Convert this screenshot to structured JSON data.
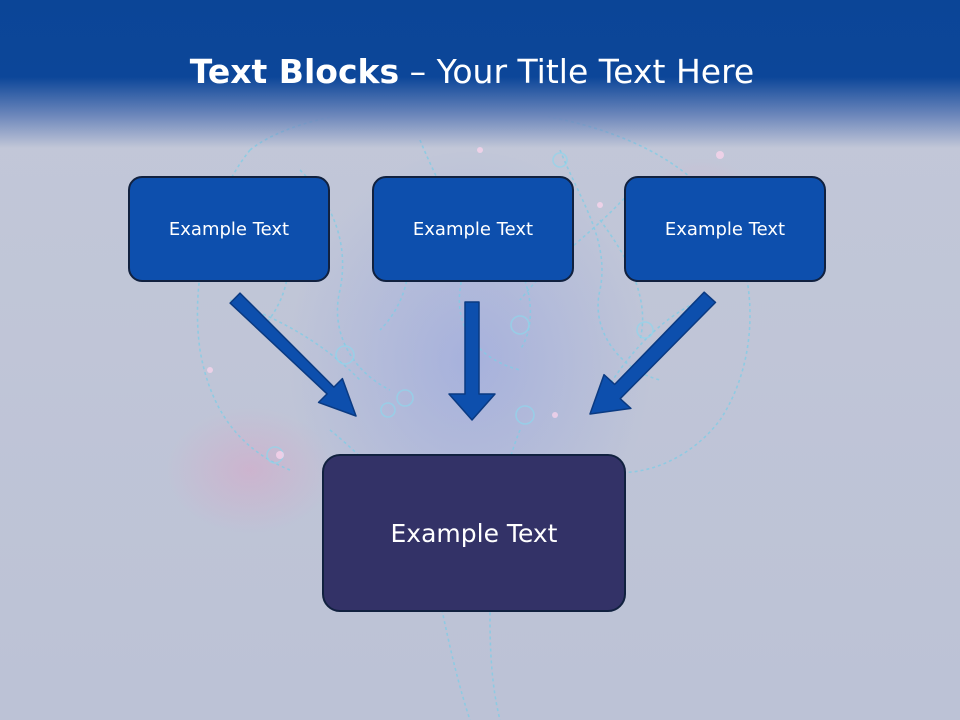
{
  "header": {
    "title_bold": "Text Blocks",
    "title_rest": "– Your Title Text Here"
  },
  "blocks": [
    {
      "label": "Example Text"
    },
    {
      "label": "Example Text"
    },
    {
      "label": "Example Text"
    }
  ],
  "target": {
    "label": "Example Text"
  },
  "colors": {
    "header": "#0c4699",
    "top_box": "#0d4fad",
    "center_box": "#333267",
    "arrow": "#0d4fad",
    "background": "#c0c5d7"
  }
}
